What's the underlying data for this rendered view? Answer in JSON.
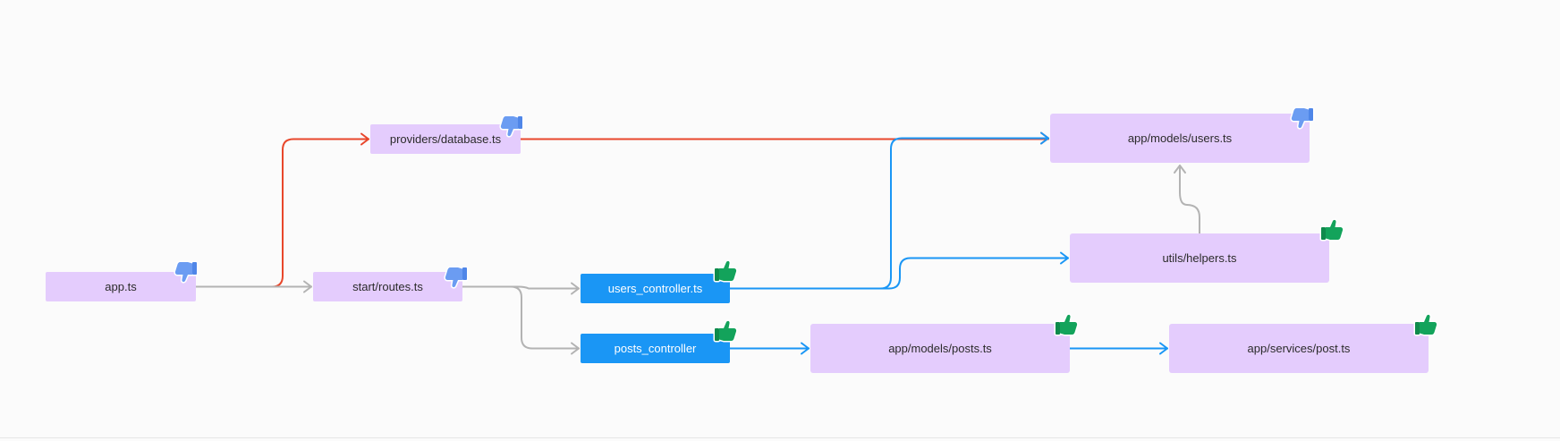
{
  "colors": {
    "node_fill": "#e4ccfd",
    "node_active_fill": "#1a96f5",
    "edge_red": "#e8472b",
    "edge_gray": "#b3b3b3",
    "edge_blue": "#1a96f5",
    "thumb_up": "#13a35b",
    "thumb_down": "#6b9cf2"
  },
  "nodes": [
    {
      "id": "app",
      "label": "app.ts",
      "status": "thumbs-down-icon"
    },
    {
      "id": "database",
      "label": "providers/database.ts",
      "status": "thumbs-down-icon"
    },
    {
      "id": "routes",
      "label": "start/routes.ts",
      "status": "thumbs-down-icon"
    },
    {
      "id": "users_controller",
      "label": "users_controller.ts",
      "status": "thumbs-up-icon"
    },
    {
      "id": "posts_controller",
      "label": "posts_controller",
      "status": "thumbs-up-icon"
    },
    {
      "id": "users_model",
      "label": "app/models/users.ts",
      "status": "thumbs-down-icon"
    },
    {
      "id": "helpers",
      "label": "utils/helpers.ts",
      "status": "thumbs-up-icon"
    },
    {
      "id": "posts_model",
      "label": "app/models/posts.ts",
      "status": "thumbs-up-icon"
    },
    {
      "id": "post_service",
      "label": "app/services/post.ts",
      "status": "thumbs-up-icon"
    }
  ],
  "edges": [
    {
      "from": "app",
      "to": "database",
      "color": "red"
    },
    {
      "from": "database",
      "to": "users_model",
      "color": "red"
    },
    {
      "from": "app",
      "to": "routes",
      "color": "gray"
    },
    {
      "from": "routes",
      "to": "users_controller",
      "color": "gray"
    },
    {
      "from": "routes",
      "to": "posts_controller",
      "color": "gray"
    },
    {
      "from": "users_controller",
      "to": "users_model",
      "color": "blue"
    },
    {
      "from": "users_controller",
      "to": "helpers",
      "color": "blue"
    },
    {
      "from": "helpers",
      "to": "users_model",
      "color": "gray"
    },
    {
      "from": "posts_controller",
      "to": "posts_model",
      "color": "blue"
    },
    {
      "from": "posts_model",
      "to": "post_service",
      "color": "blue"
    }
  ]
}
